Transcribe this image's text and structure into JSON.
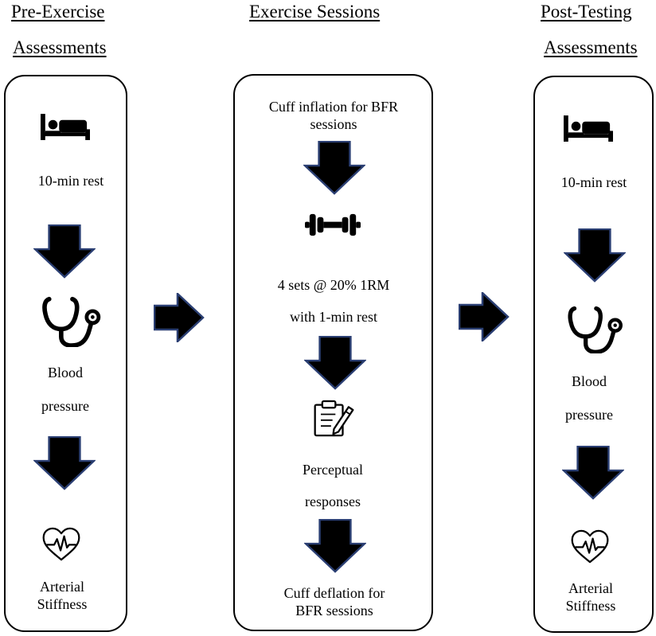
{
  "columns": {
    "pre": {
      "heading_line1": "Pre-Exercise",
      "heading_line2": "Assessments",
      "steps": {
        "rest": "10-min rest",
        "bp_line1": "Blood",
        "bp_line2": "pressure",
        "stiff_line1": "Arterial",
        "stiff_line2": "Stiffness"
      }
    },
    "exercise": {
      "heading": "Exercise Sessions",
      "steps": {
        "cuff_in_line1": "Cuff inflation for BFR",
        "cuff_in_line2": "sessions",
        "sets_line1": "4 sets @ 20% 1RM",
        "sets_line2": "with 1-min rest",
        "perc_line1": "Perceptual",
        "perc_line2": "responses",
        "cuff_out_line1": "Cuff deflation for",
        "cuff_out_line2": "BFR sessions"
      }
    },
    "post": {
      "heading_line1": "Post-Testing",
      "heading_line2": "Assessments",
      "steps": {
        "rest": "10-min rest",
        "bp_line1": "Blood",
        "bp_line2": "pressure",
        "stiff_line1": "Arterial",
        "stiff_line2": "Stiffness"
      }
    }
  },
  "icons": {
    "rest": "bed-icon",
    "blood_pressure": "stethoscope-icon",
    "exercise": "dumbbell-icon",
    "perceptual": "clipboard-pencil-icon",
    "arterial_stiffness": "heart-pulse-icon"
  },
  "colors": {
    "arrow_fill": "#000000",
    "arrow_stroke": "#2b3f73"
  }
}
